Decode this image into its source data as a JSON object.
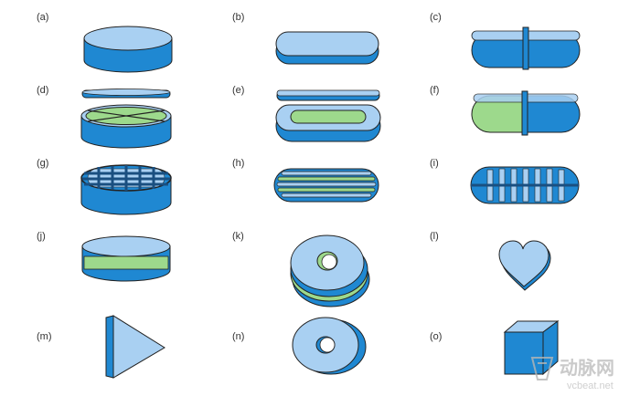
{
  "panels": [
    {
      "label": "(a)",
      "shape": "round-tablet"
    },
    {
      "label": "(b)",
      "shape": "oblong-tablet"
    },
    {
      "label": "(c)",
      "shape": "oblong-tablet-center-groove"
    },
    {
      "label": "(d)",
      "shape": "round-tablet-quartered-core-with-lid"
    },
    {
      "label": "(e)",
      "shape": "oblong-tablet-inner-core-with-lid"
    },
    {
      "label": "(f)",
      "shape": "oblong-tablet-two-compartments"
    },
    {
      "label": "(g)",
      "shape": "round-tablet-grid-pattern"
    },
    {
      "label": "(h)",
      "shape": "oblong-tablet-horizontal-layers"
    },
    {
      "label": "(i)",
      "shape": "oblong-tablet-vertical-grid"
    },
    {
      "label": "(j)",
      "shape": "round-tablet-inner-layer"
    },
    {
      "label": "(k)",
      "shape": "stacked-donuts"
    },
    {
      "label": "(l)",
      "shape": "heart"
    },
    {
      "label": "(m)",
      "shape": "triangular-prism"
    },
    {
      "label": "(n)",
      "shape": "donut"
    },
    {
      "label": "(o)",
      "shape": "cube"
    }
  ],
  "colors": {
    "top": "#a9d0f2",
    "side": "#1f88d2",
    "core": "#9dd98c",
    "outline": "#222222"
  },
  "watermark": {
    "brand": "动脉网",
    "url": "vcbeat.net"
  }
}
